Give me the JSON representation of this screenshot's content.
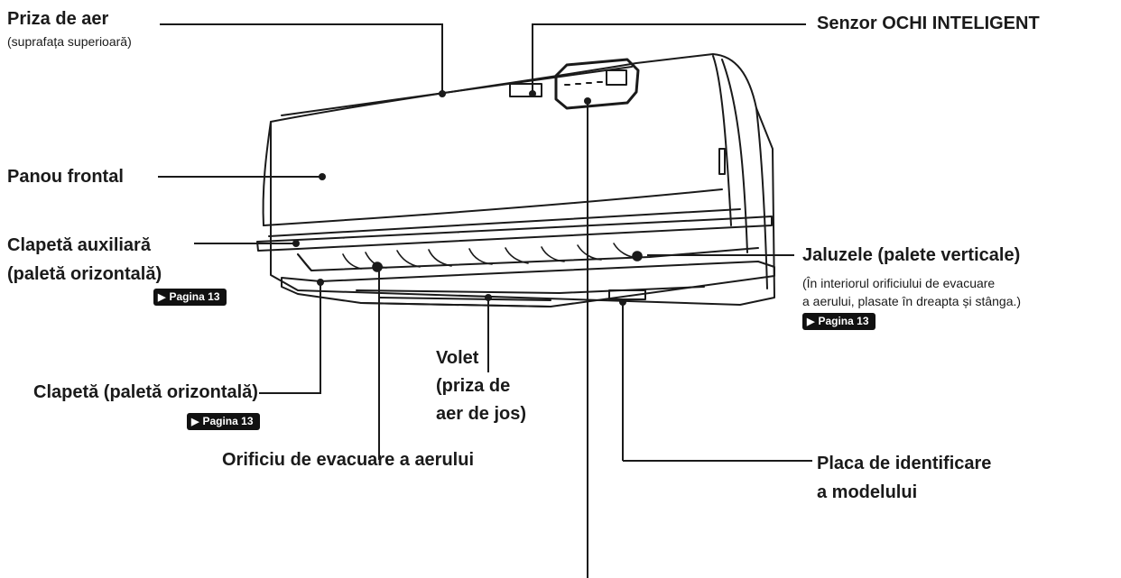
{
  "labels": {
    "air_inlet": "Priza de aer",
    "air_inlet_sub": "(suprafața superioară)",
    "front_panel": "Panou frontal",
    "aux_flap_line1": "Clapetă auxiliară",
    "aux_flap_line2": "(paletă orizontală)",
    "flap": "Clapetă (paletă orizontală)",
    "shutter": "Volet\n(priza de\naer de jos)",
    "outlet": "Orificiu de evacuare a aerului",
    "sensor": "Senzor OCHI INTELIGENT",
    "louvers": "Jaluzele (palete verticale)",
    "louvers_sub": "(În interiorul orificiului de evacuare\na aerului, plasate în dreapta și stânga.)",
    "nameplate": "Placa de identificare\na modelului",
    "page_ref": "Pagina 13"
  }
}
